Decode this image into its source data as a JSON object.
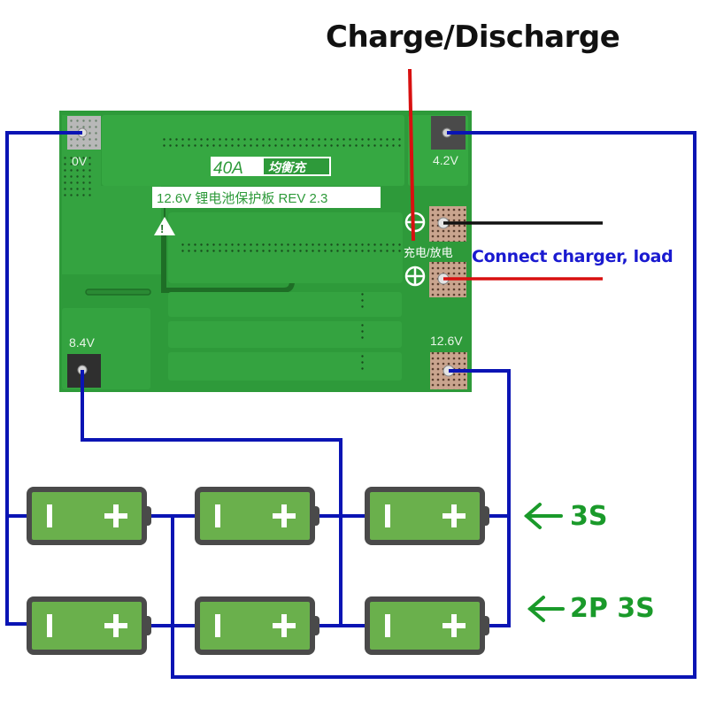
{
  "diagram": {
    "title": "Charge/Discharge",
    "connect_label": "Connect charger, load",
    "series_labels": {
      "row1": "3S",
      "row2": "2P 3S"
    },
    "pcb": {
      "rating_label": "40A",
      "balance_label": "均衡充",
      "model_label": "12.6V 锂电池保护板 REV 2.3",
      "charge_discharge_cn": "充电/放电",
      "pads": {
        "zero_v": "0V",
        "four_two_v": "4.2V",
        "eight_four_v": "8.4V",
        "twelve_six_v": "12.6V"
      },
      "warning_symbol": "!"
    },
    "battery": {
      "minus": "I",
      "plus": "+"
    },
    "batteries": [
      {
        "row": 1,
        "col": 1
      },
      {
        "row": 1,
        "col": 2
      },
      {
        "row": 1,
        "col": 3
      },
      {
        "row": 2,
        "col": 1
      },
      {
        "row": 2,
        "col": 2
      },
      {
        "row": 2,
        "col": 3
      }
    ],
    "colors": {
      "wire": "#0a14b4",
      "pcb_green": "#2e9a3a",
      "battery_fill": "#6ab04c",
      "battery_border": "#4a4a4a",
      "positive_wire": "#d81010",
      "negative_wire": "#111111",
      "label_green": "#1a9a2a",
      "label_blue": "#1a1ad0"
    }
  }
}
